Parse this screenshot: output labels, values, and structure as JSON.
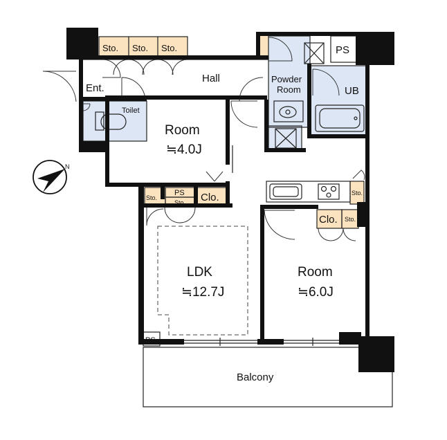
{
  "plan": {
    "rooms": {
      "hall": "Hall",
      "entrance": "Ent.",
      "toilet": "Toilet",
      "powder_room_line1": "Powder",
      "powder_room_line2": "Room",
      "unit_bath": "UB",
      "room_north_name": "Room",
      "room_north_size": "≒4.0J",
      "ldk_name": "LDK",
      "ldk_size": "≒12.7J",
      "room_south_name": "Room",
      "room_south_size": "≒6.0J",
      "balcony": "Balcony"
    },
    "storage": {
      "sto1": "Sto.",
      "sto2": "Sto.",
      "sto3": "Sto.",
      "sto_ldk_a": "Sto.",
      "sto_ldk_b": "Sto.",
      "sto_kitchen": "Sto.",
      "sto_room": "Sto.",
      "clo_north": "Clo.",
      "clo_south": "Clo."
    },
    "shafts": {
      "ps_top": "PS",
      "ps_mid": "PS",
      "ps_balcony": "PS"
    },
    "colors": {
      "wet_area": "#dde6f5",
      "storage": "#fbe3bf",
      "wall": "#111111"
    },
    "icons": [
      "compass-north-icon"
    ]
  }
}
